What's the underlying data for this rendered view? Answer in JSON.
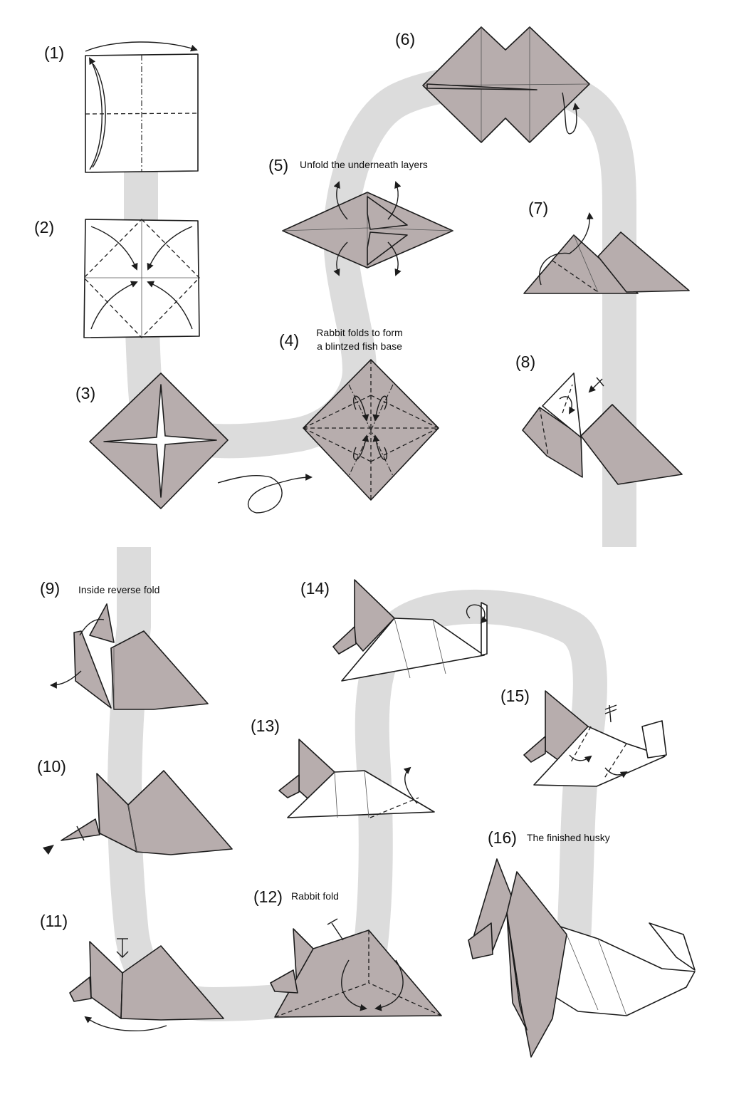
{
  "colors": {
    "paper_color": "#b7adad",
    "paper_reverse": "#ffffff",
    "path_band": "#dcdcdc",
    "line": "#1c1c1c"
  },
  "steps": [
    {
      "number": "(1)",
      "caption": ""
    },
    {
      "number": "(2)",
      "caption": ""
    },
    {
      "number": "(3)",
      "caption": ""
    },
    {
      "number": "(4)",
      "caption_lines": [
        "Rabbit folds to form",
        "a blintzed fish base"
      ]
    },
    {
      "number": "(5)",
      "caption": "Unfold the underneath layers"
    },
    {
      "number": "(6)",
      "caption": ""
    },
    {
      "number": "(7)",
      "caption": ""
    },
    {
      "number": "(8)",
      "caption": ""
    },
    {
      "number": "(9)",
      "caption": "Inside reverse fold"
    },
    {
      "number": "(10)",
      "caption": ""
    },
    {
      "number": "(11)",
      "caption": ""
    },
    {
      "number": "(12)",
      "caption": "Rabbit fold"
    },
    {
      "number": "(13)",
      "caption": ""
    },
    {
      "number": "(14)",
      "caption": ""
    },
    {
      "number": "(15)",
      "caption": ""
    },
    {
      "number": "(16)",
      "caption": "The finished husky"
    }
  ]
}
